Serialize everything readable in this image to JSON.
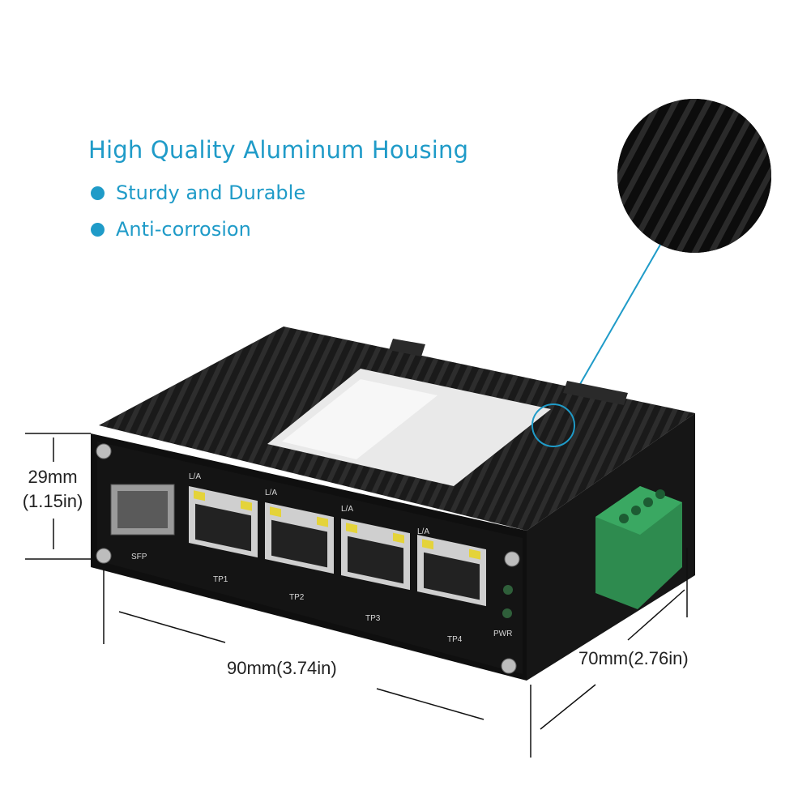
{
  "headline": "High Quality Aluminum Housing",
  "features": [
    {
      "label": "Sturdy and Durable"
    },
    {
      "label": "Anti-corrosion"
    }
  ],
  "dimensions": {
    "height_mm": "29mm",
    "height_in": "(1.15in)",
    "width": "90mm(3.74in)",
    "depth": "70mm(2.76in)"
  },
  "device": {
    "ports": [
      "TP1",
      "TP2",
      "TP3",
      "TP4"
    ],
    "port_led_label": "L/A",
    "sfp_label": "SFP",
    "pwr_label": "PWR"
  },
  "colors": {
    "accent": "#1f9bc8",
    "housing": "#1b1b1b",
    "terminal": "#2e8b4f"
  }
}
